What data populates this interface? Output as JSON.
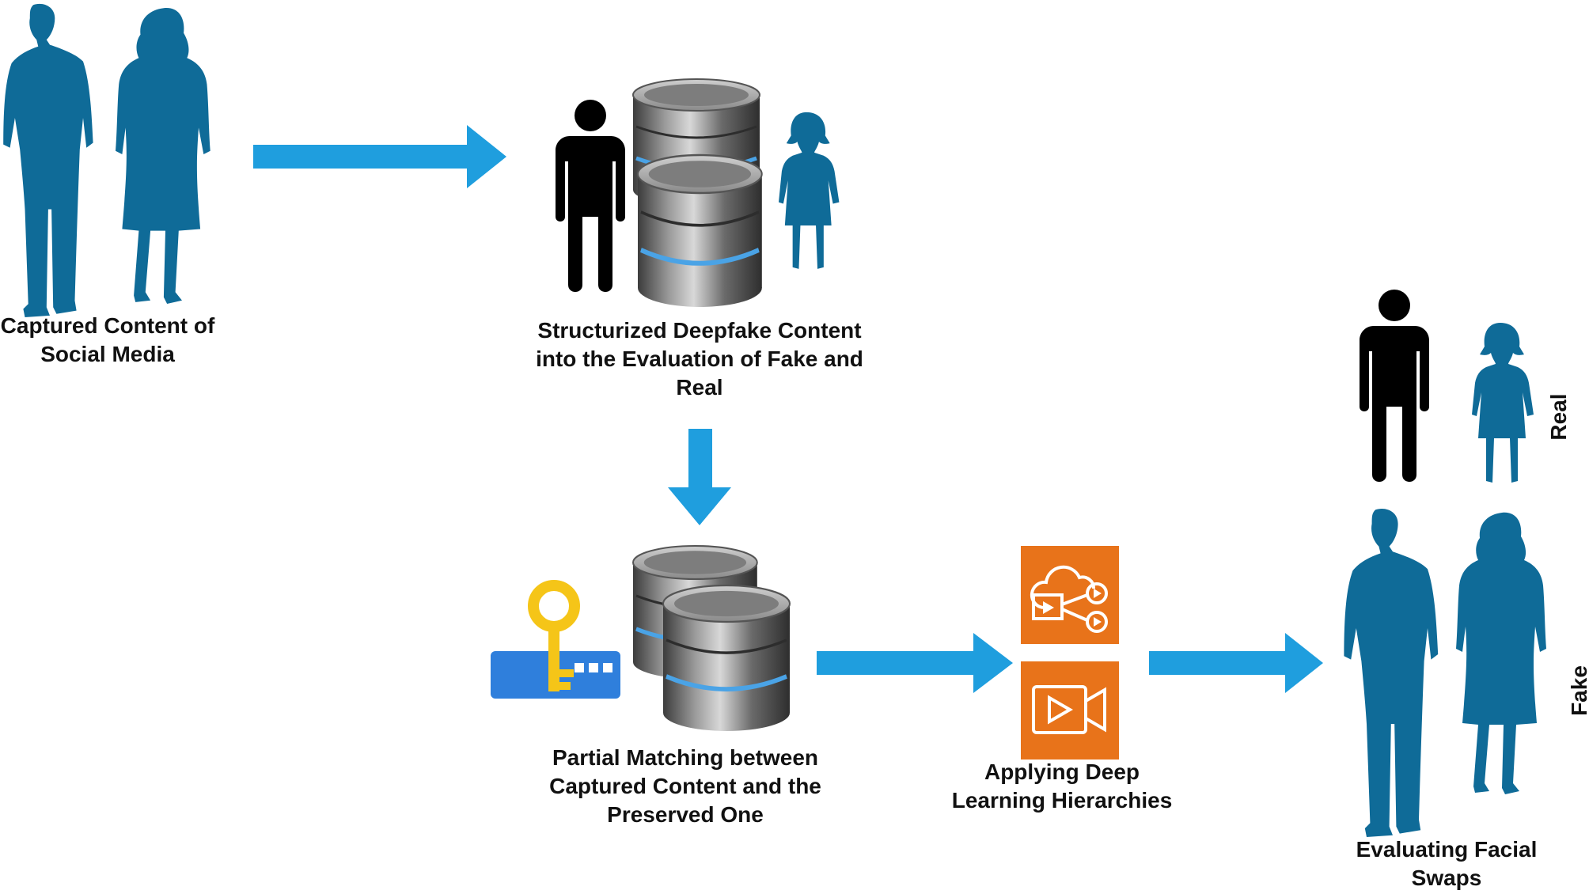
{
  "colors": {
    "suit_blue": "#0f6b98",
    "arrow_blue": "#1f9ede",
    "db_gray": "#6f6f6f",
    "db_ring": "#5aa8e0",
    "key_yellow": "#f5c518",
    "key_bar_blue": "#2f7fdc",
    "aws_orange": "#e8731a",
    "person_black": "#000000"
  },
  "nodes": {
    "captured": {
      "label": "Captured Content of Social Media",
      "icon": "business-people-icon"
    },
    "structurized": {
      "label": "Structurized Deepfake Content into the Evaluation of Fake and Real",
      "icon": "database-with-people-icon"
    },
    "partial": {
      "label": "Partial Matching between Captured Content and the Preserved One",
      "icon": "database-key-icon"
    },
    "deep_learning": {
      "label": "Applying Deep Learning Hierarchies",
      "icon": "media-services-icon"
    },
    "evaluating": {
      "label": "Evaluating Facial Swaps",
      "icon": "business-people-icon"
    }
  },
  "side_labels": {
    "real": "Real",
    "fake": "Fake"
  }
}
